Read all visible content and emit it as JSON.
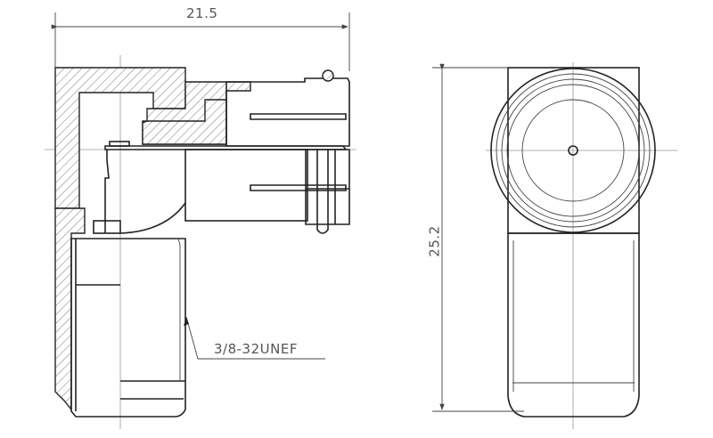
{
  "drawing": {
    "width_dimension": "21.5",
    "height_dimension": "25.2",
    "thread_callout": "3/8-32UNEF"
  },
  "colors": {
    "line": "#222222",
    "dimension": "#555555",
    "background": "#ffffff"
  }
}
